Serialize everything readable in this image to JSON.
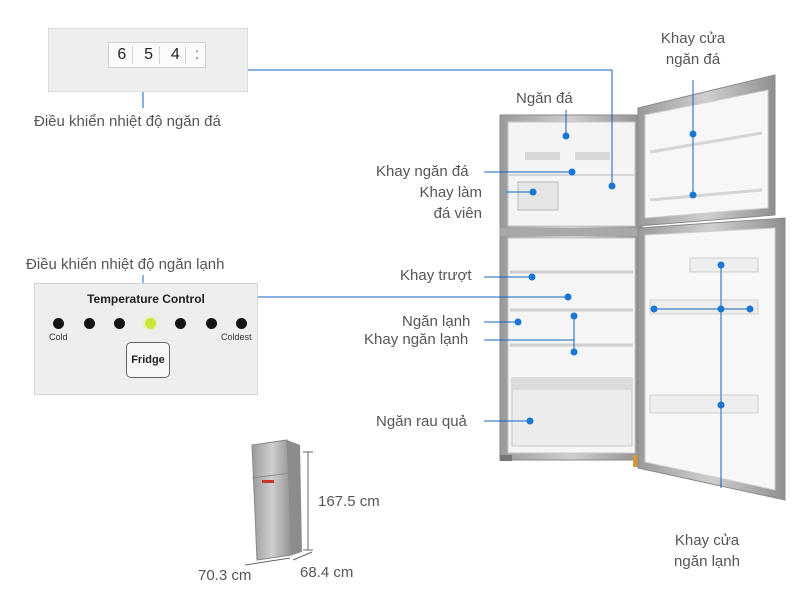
{
  "ice_control": {
    "label": "Điều khiển nhiệt độ ngăn đá",
    "digits": [
      "6",
      "5",
      "4",
      ":"
    ]
  },
  "fridge_control": {
    "label": "Điều  khiển nhiệt độ ngăn lạnh",
    "panel_title": "Temperature Control",
    "cold_label": "Cold",
    "coldest_label": "Coldest",
    "button_label": "Fridge",
    "levels": 7,
    "active_level": 4
  },
  "parts": {
    "freezer": "Ngăn đá",
    "freezer_shelf": "Khay ngăn đá",
    "ice_maker_line1": "Khay làm",
    "ice_maker_line2": "đá viên",
    "sliding_shelf": "Khay trượt",
    "fridge_compartment": "Ngăn lạnh",
    "fridge_shelf": "Khay ngăn lạnh",
    "vegetable_drawer": "Ngăn rau quả",
    "freezer_door_tray_line1": "Khay cửa",
    "freezer_door_tray_line2": "ngăn đá",
    "fridge_door_tray_line1": "Khay cửa",
    "fridge_door_tray_line2": "ngăn lạnh"
  },
  "dimensions": {
    "height": "167.5 cm",
    "width": "70.3 cm",
    "depth": "68.4 cm"
  },
  "colors": {
    "leader_line": "#1565c0",
    "dot": "#1976d2",
    "steel": "#b8b8b8",
    "interior": "#f4f4f4",
    "active_led": "#c9e83a"
  }
}
